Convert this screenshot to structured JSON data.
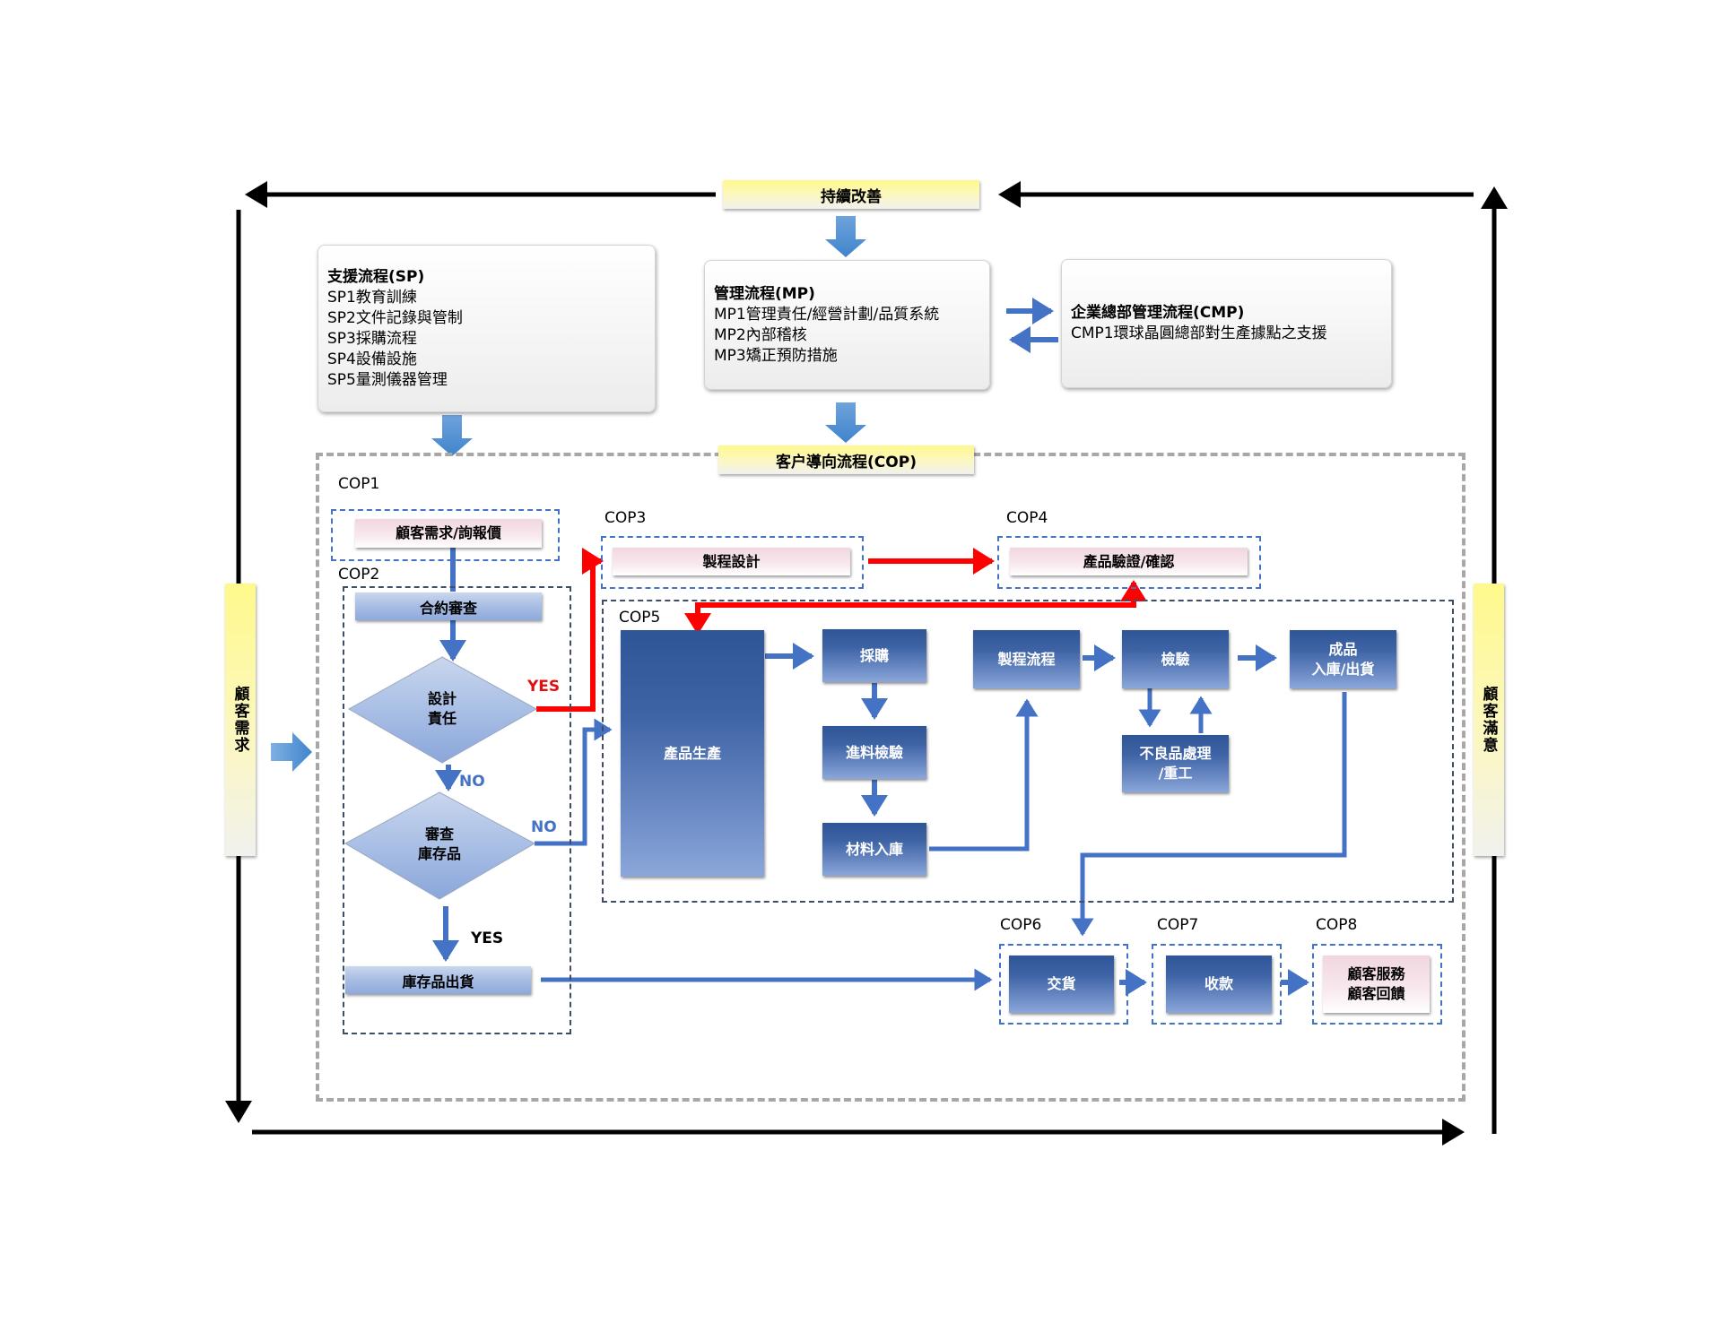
{
  "top": {
    "continuous_improvement": "持續改善"
  },
  "side": {
    "customer_requirement": "顧客需求",
    "customer_satisfaction": "顧客滿意"
  },
  "support_process": {
    "title": "支援流程(SP)",
    "items": [
      "SP1教育訓練",
      "SP2文件記錄與管制",
      "SP3採購流程",
      "SP4設備設施",
      "SP5量測儀器管理"
    ]
  },
  "management_process": {
    "title": "管理流程(MP)",
    "items": [
      "MP1管理責任/經營計劃/品質系統",
      "MP2內部稽核",
      "MP3矯正預防措施"
    ]
  },
  "corporate_process": {
    "title": "企業總部管理流程(CMP)",
    "items": [
      "CMP1環球晶圓總部對生產據點之支援"
    ]
  },
  "cop": {
    "title": "客户導向流程(COP)",
    "labels": {
      "cop1": "COP1",
      "cop2": "COP2",
      "cop3": "COP3",
      "cop4": "COP4",
      "cop5": "COP5",
      "cop6": "COP6",
      "cop7": "COP7",
      "cop8": "COP8"
    },
    "nodes": {
      "inquiry": "顧客需求/詢報價",
      "contract_review": "合約審查",
      "design_responsibility": [
        "設計",
        "責任"
      ],
      "inventory_review": [
        "審查",
        "庫存品"
      ],
      "inventory_shipping": "庫存品出貨",
      "process_design": "製程設計",
      "product_verification": "產品驗證/確認",
      "production": "產品生產",
      "purchasing": "採購",
      "incoming_inspection": "進料檢驗",
      "material_storage": "材料入庫",
      "process_flow": "製程流程",
      "inspection": "檢驗",
      "nonconforming": [
        "不良品處理",
        "/重工"
      ],
      "finished_goods": [
        "成品",
        "入庫/出貨"
      ],
      "delivery": "交貨",
      "payment": "收款",
      "customer_service": [
        "顧客服務",
        "顧客回饋"
      ]
    },
    "decisions": {
      "yes_design": "YES",
      "no_design": "NO",
      "no_inventory": "NO",
      "yes_inventory": "YES"
    }
  },
  "colors": {
    "flow_blue": "#4472c4",
    "design_red": "#ff0000",
    "frame_black": "#000000",
    "cop_frame_gray": "#a9a6a6"
  }
}
